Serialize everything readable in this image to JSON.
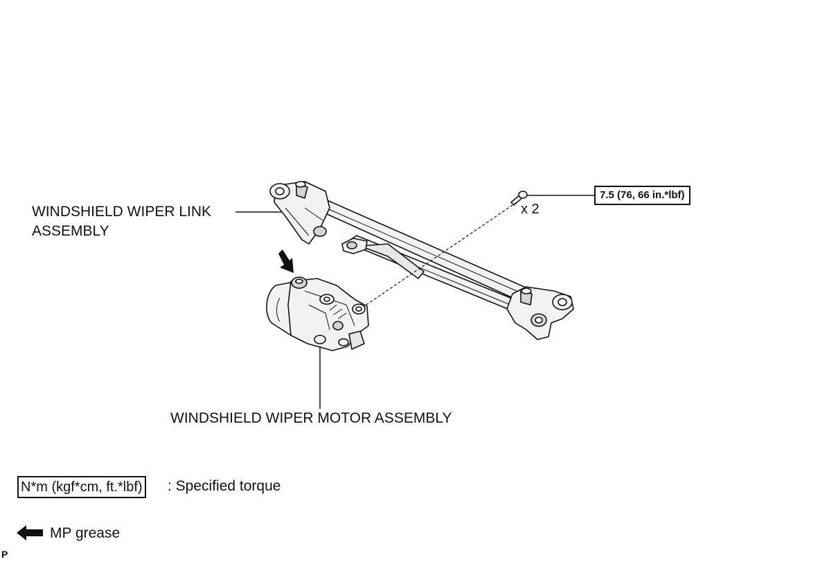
{
  "labels": {
    "link_assembly_line1": "WINDSHIELD WIPER LINK",
    "link_assembly_line2": "ASSEMBLY",
    "motor_assembly": "WINDSHIELD WIPER MOTOR ASSEMBLY",
    "bolt_quantity": "x 2",
    "torque_value": "7.5 (76, 66 in.*lbf)"
  },
  "legend": {
    "torque_unit_box": "N*m (kgf*cm, ft.*lbf)",
    "torque_description": ": Specified torque",
    "grease_description": "MP grease"
  },
  "corner_mark": "P",
  "colors": {
    "line": "#111111",
    "part_fill": "#f2f2f2",
    "part_shade": "#d4d4d4",
    "background": "#ffffff"
  },
  "icons": {
    "grease_marker": "arrow-icon"
  }
}
